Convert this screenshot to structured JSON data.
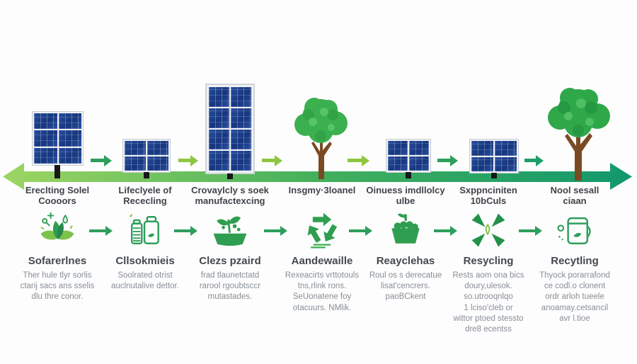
{
  "title": "Solar panel lifecycle and recycling infographic",
  "colors": {
    "green_dark": "#2e9e5c",
    "green_light": "#8dc63f",
    "teal": "#16996b",
    "band_gradient": [
      "#9ed563",
      "#43b05c",
      "#12986c"
    ],
    "panel_blue": "#1e4090",
    "trunk_brown": "#7a4a24",
    "title_text": "#3f444a",
    "desc_text": "#878e96"
  },
  "flow": {
    "band": "double-headed-timeline-arrow",
    "items": [
      "solar-panel-medium",
      "solar-panel-small",
      "solar-panel-tall",
      "tree",
      "solar-panel-small",
      "solar-panel-small",
      "tree-large"
    ]
  },
  "columns": [
    {
      "title": "Ereclting Solel\nCoooors",
      "icon": "eco-leaves-sparkle-icon",
      "label": "Sofarerlnes",
      "desc": "Ther hule tlyr sorlis\nctarij sacs ans sselis\ndlu thre conor."
    },
    {
      "title": "Lifeclyele of\nRececling",
      "icon": "bottles-icon",
      "label": "Cllsokmieis",
      "desc": "Soolrated otrist\nauclnutalive dettor."
    },
    {
      "title": "Crovaylcly s soek\nmanufactexcing",
      "icon": "sprout-bowl-icon",
      "label": "Clezs pzaird",
      "desc": "frad tlaunetctatd\nrarool rgoubtsccr\nmutastades."
    },
    {
      "title": "Insgmy·3loanel",
      "icon": "recycle-symbol-icon",
      "label": "Aandewaille",
      "desc": "Rexeacirts vrttotouls\ntns,rlink rons.\nSeUonatene foy\notacuurs. NMlik."
    },
    {
      "title": "Oinuess imdllolcy\nulbe",
      "icon": "harvest-basket-icon",
      "label": "Reayclehas",
      "desc": "Roul os s derecatue\nlisat'cencrers.\npaoBCkent"
    },
    {
      "title": "Sxppnciniten\n10bCuls",
      "icon": "four-leaves-icon",
      "label": "Resycling",
      "desc": "Rests aom ona bics\ndoury,ulesok.\nso.utrooqnlqo\n1 lciso'cleb or\nwittor ptoed stessto\ndre8 ecentss"
    },
    {
      "title": "Nool sesall\nciaan",
      "icon": "recycling-bin-leaf-icon",
      "label": "Recytling",
      "desc": "Thyock porarrafond\nce codl.o clonent\nordr arloh tueele\nanoamay.cetsancil\navr l.tioe"
    }
  ]
}
